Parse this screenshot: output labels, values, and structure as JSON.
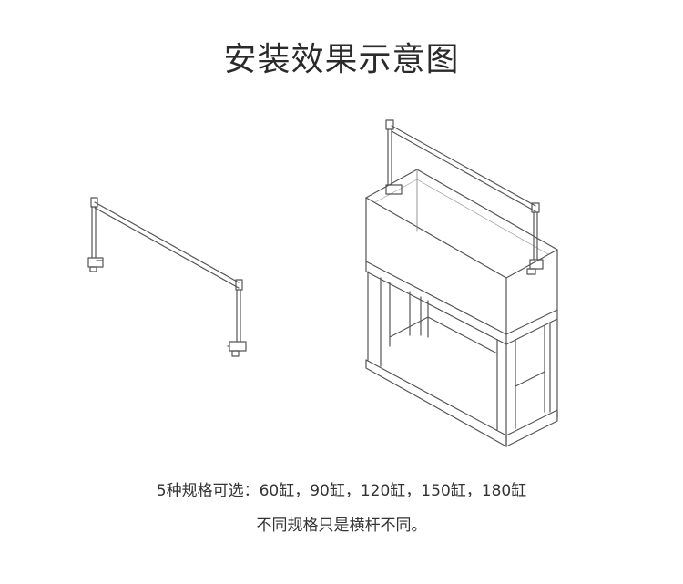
{
  "title": "安装效果示意图",
  "caption": {
    "line1": "5种规格可选：60缸，90缸，120缸，150缸，180缸",
    "line2": "不同规格只是横杆不同。"
  }
}
